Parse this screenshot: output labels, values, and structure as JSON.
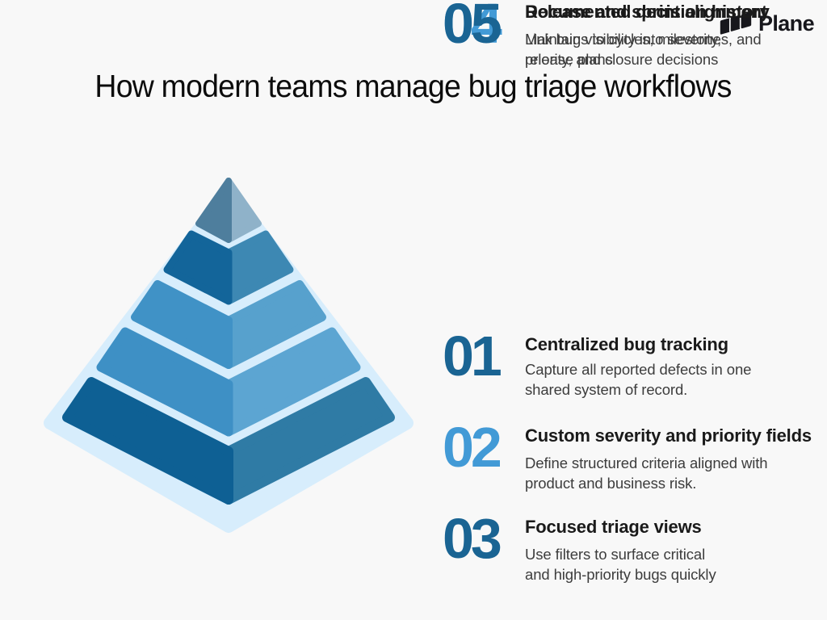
{
  "logo": {
    "text": "Plane",
    "icon": "plane-logo-icon",
    "color": "#17171c"
  },
  "title": "How modern teams manage bug triage workflows",
  "steps": [
    {
      "number": "01",
      "number_color": "#1a6493",
      "heading": "Centralized bug tracking",
      "body": "Capture all reported defects in one\nshared system of record."
    },
    {
      "number": "02",
      "number_color": "#429ad6",
      "heading": "Custom severity and priority fields",
      "body": "Define structured criteria aligned with\nproduct and business risk."
    },
    {
      "number": "03",
      "number_color": "#1a6493",
      "heading": "Focused triage views",
      "body": "Use filters to surface critical\nand high-priority bugs quickly"
    },
    {
      "number": "04",
      "number_color": "#429ad6",
      "heading": "Release and sprint alignment",
      "body": "Link bugs to cycles, milestones, and\nrelease plans"
    },
    {
      "number": "05",
      "number_color": "#1a6493",
      "heading": "Documented decision history",
      "body": "Maintain visibility into severity,\npriority, and closure decisions"
    }
  ],
  "pyramid": {
    "glow_color": "#d7edfc",
    "tiers": [
      {
        "level": 1,
        "left_color": "#4e7e9d",
        "right_color": "#8fb2c9"
      },
      {
        "level": 2,
        "left_color": "#13659a",
        "right_color": "#3d88b3"
      },
      {
        "level": 3,
        "left_color": "#4092c6",
        "right_color": "#57a1cd"
      },
      {
        "level": 4,
        "left_color": "#3e90c5",
        "right_color": "#5ca5d2"
      },
      {
        "level": 5,
        "left_color": "#0e6094",
        "right_color": "#2f7ba5"
      }
    ]
  },
  "page_background": "#f8f8f8"
}
